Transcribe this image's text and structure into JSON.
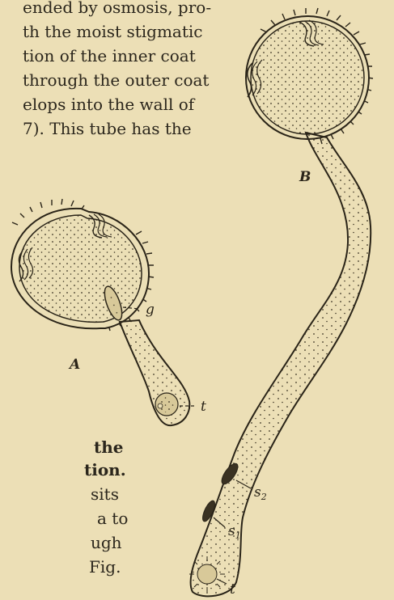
{
  "top_text": {
    "line1": "ended by osmosis, pro-",
    "line2": "th the moist stigmatic",
    "line3": "tion of the inner coat",
    "line4": "through the outer coat",
    "line5": "elops into the wall of",
    "line6": "7).  This tube has the"
  },
  "left_text": {
    "line1": "the",
    "line2": "tion.",
    "line3": "sits",
    "line4": "a to",
    "line5": "ugh",
    "line6": "Fig."
  },
  "labels": {
    "A": "A",
    "B": "B",
    "g": "g",
    "t_a": "t",
    "t_b": "t",
    "s1": "s",
    "s1_sub": "1",
    "s2": "s",
    "s2_sub": "2"
  }
}
